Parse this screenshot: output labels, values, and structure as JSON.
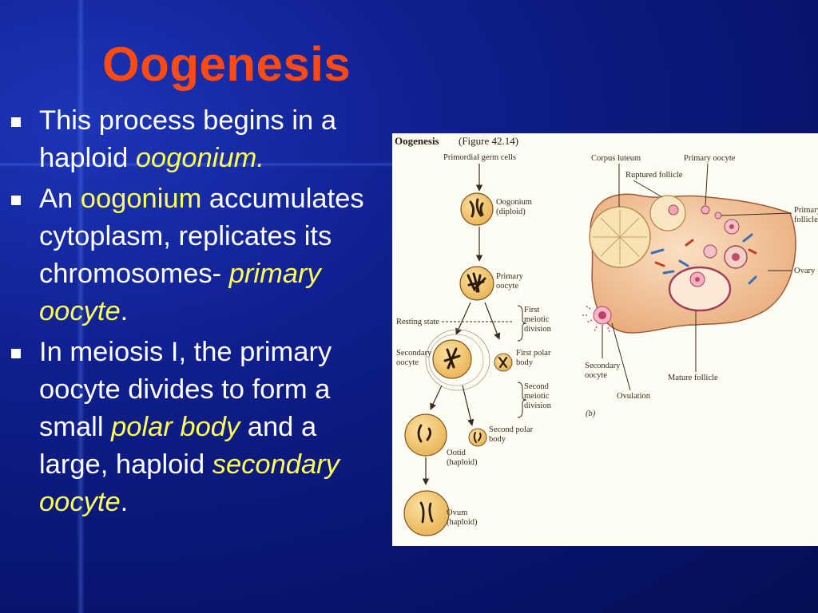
{
  "slide": {
    "title": "Oogenesis",
    "bullets": [
      {
        "parts": [
          {
            "t": "This process begins in a haploid "
          },
          {
            "t": "oogonium.",
            "s": "kw-i"
          }
        ]
      },
      {
        "parts": [
          {
            "t": " An "
          },
          {
            "t": "oogonium",
            "s": "kw"
          },
          {
            "t": " accumulates cytoplasm, replicates its chromosomes-  "
          },
          {
            "t": "primary oocyte",
            "s": "kw-i"
          },
          {
            "t": "."
          }
        ]
      },
      {
        "parts": [
          {
            "t": "In meiosis I, the primary oocyte divides to form a small "
          },
          {
            "t": "polar body",
            "s": "kw-i"
          },
          {
            "t": " and a large, haploid "
          },
          {
            "t": "secondary oocyte",
            "s": "kw-i"
          },
          {
            "t": "."
          }
        ]
      }
    ]
  },
  "figure": {
    "heading": "Oogenesis",
    "figure_ref": "(Figure 42.14)",
    "panel_letter": "(b)",
    "labels": {
      "primordial": "Primordial germ cells",
      "oogonium_1": "Oogonium",
      "oogonium_2": "(diploid)",
      "primary_oocyte_1": "Primary",
      "primary_oocyte_2": "oocyte",
      "resting": "Resting state",
      "first_div_1": "First",
      "first_div_2": "meiotic",
      "first_div_3": "division",
      "secondary_1": "Secondary",
      "secondary_2": "oocyte",
      "first_polar_1": "First polar",
      "first_polar_2": "body",
      "second_div_1": "Second",
      "second_div_2": "meiotic",
      "second_div_3": "division",
      "second_polar_1": "Second polar",
      "second_polar_2": "body",
      "ootid_1": "Ootid",
      "ootid_2": "(haploid)",
      "ovum_1": "Ovum",
      "ovum_2": "(haploid)",
      "corpus_luteum": "Corpus luteum",
      "ruptured_follicle": "Ruptured follicle",
      "primary_oocyte_ovary": "Primary oocyte",
      "primary_follicle_1": "Primary",
      "primary_follicle_2": "follicle",
      "ovary": "Ovary",
      "secondary_oocyte_ovary_1": "Secondary",
      "secondary_oocyte_ovary_2": "oocyte",
      "mature_follicle": "Mature follicle",
      "ovulation": "Ovulation"
    }
  },
  "colors": {
    "title": "#ff4a14",
    "keyword": "#ffff55",
    "body_text": "#ffffff",
    "background": "#0f1f8e"
  }
}
